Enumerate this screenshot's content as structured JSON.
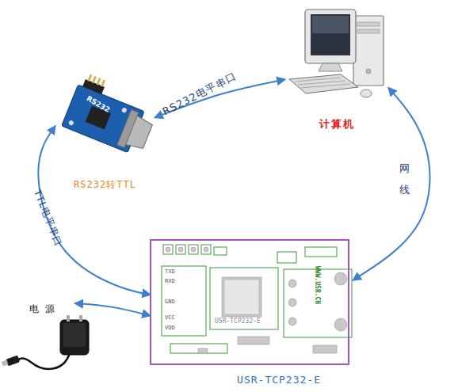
{
  "diagram": {
    "nodes": [
      {
        "text": [
          "计算机"
        ]
      },
      {
        "text": [
          "RS232转TTL"
        ]
      },
      {
        "text": [
          "USR-TCP232-E"
        ]
      },
      {
        "text": [
          "电源"
        ]
      }
    ],
    "edges": [
      {
        "from": 0,
        "to": 1,
        "label": "RS232电平串口",
        "arrow": "both"
      },
      {
        "from": 1,
        "to": 2,
        "label": "TTL电平串口",
        "arrow": "both"
      },
      {
        "from": 0,
        "to": 2,
        "label": "网线",
        "arrow": "both"
      },
      {
        "from": 3,
        "to": 2,
        "arrow": "both"
      }
    ],
    "labels": [
      "RS232",
      "TXD",
      "RXD",
      "GND",
      "VCC",
      "VDD",
      "USR-TCP232-E",
      "WWW.USR.CN"
    ]
  }
}
